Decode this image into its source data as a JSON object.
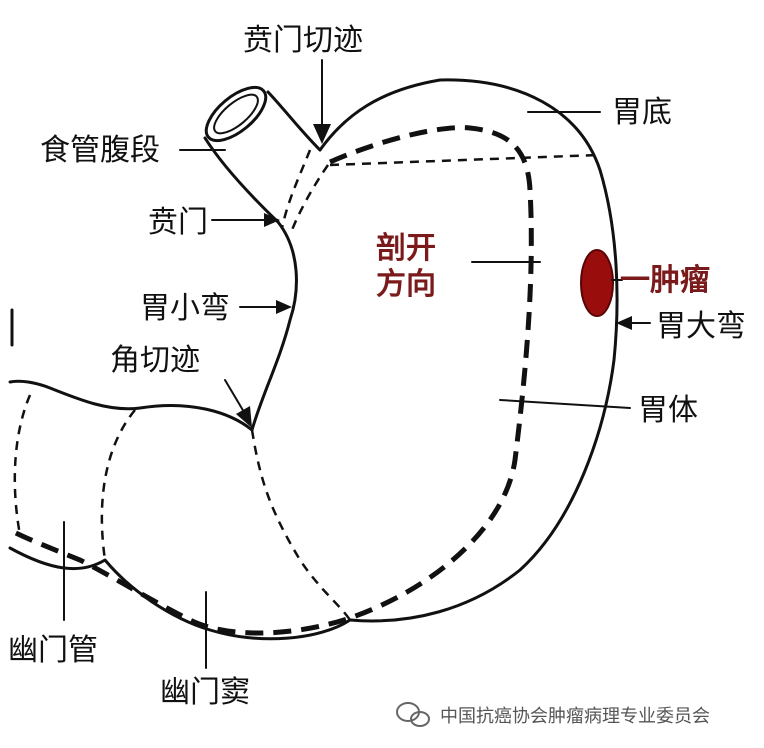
{
  "labels": {
    "cardiac_notch": "贲门切迹",
    "fundus": "胃底",
    "abdominal_esophagus": "食管腹段",
    "cardia": "贲门",
    "incision_line1": "剖开",
    "incision_line2": "方向",
    "tumor": "一肿瘤",
    "lesser_curvature": "胃小弯",
    "greater_curvature": "胃大弯",
    "angular_notch": "角切迹",
    "body": "胃体",
    "pyloric_canal": "幽门管",
    "pyloric_antrum": "幽门窦"
  },
  "footer": {
    "text": "中国抗癌协会肿瘤病理专业委员会"
  },
  "colors": {
    "tumor": "#9a0d0d",
    "line": "#111111",
    "incision_text": "#7a1a1a"
  }
}
